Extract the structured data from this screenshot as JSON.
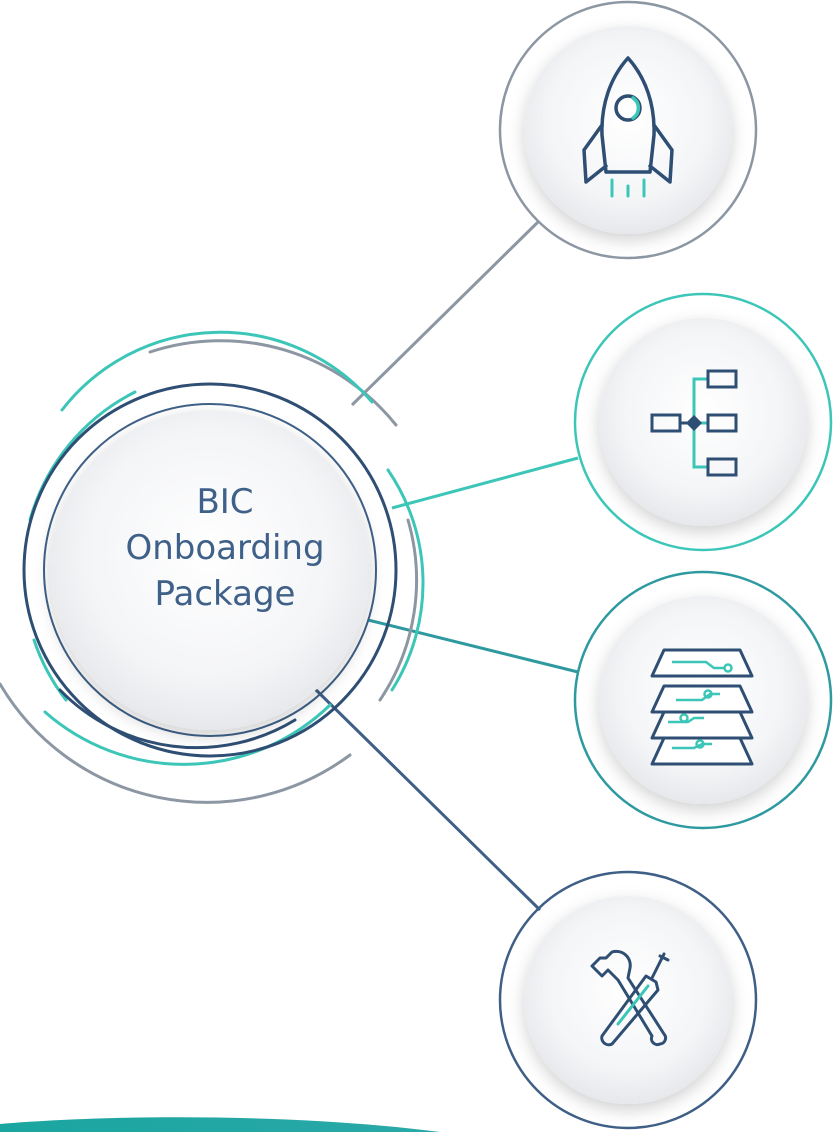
{
  "hub": {
    "title_lines": [
      "BIC",
      "Onboarding",
      "Package"
    ]
  },
  "nodes": [
    {
      "id": "launch",
      "icon": "rocket-icon"
    },
    {
      "id": "structure",
      "icon": "hierarchy-diagram-icon"
    },
    {
      "id": "layers",
      "icon": "circuit-layers-icon"
    },
    {
      "id": "tools",
      "icon": "wrench-screwdriver-icon"
    }
  ],
  "colors": {
    "navy": "#2f4e74",
    "teal": "#3cc6b8",
    "gray": "#8c97a3",
    "label": "#3f6189",
    "bottom_bar": "#1aa6a0"
  }
}
